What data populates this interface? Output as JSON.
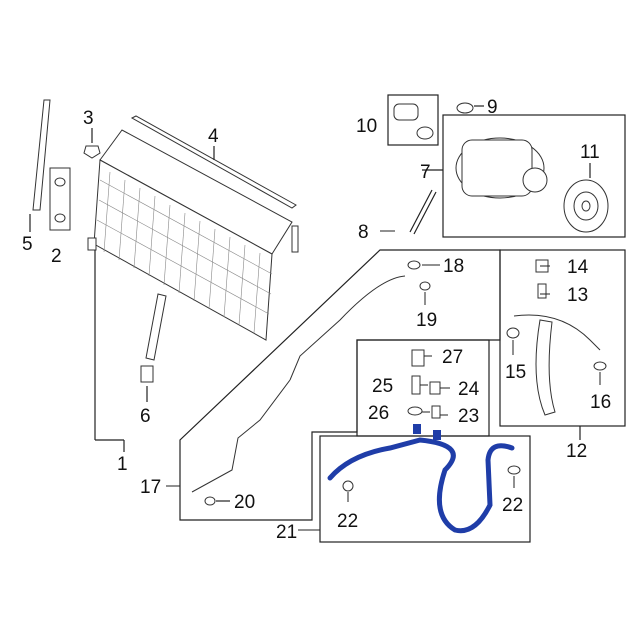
{
  "colors": {
    "line": "#222222",
    "highlight": "#1f3da8",
    "background": "#ffffff"
  },
  "callouts": {
    "c1": "1",
    "c2": "2",
    "c3": "3",
    "c4": "4",
    "c5": "5",
    "c6": "6",
    "c7": "7",
    "c8": "8",
    "c9": "9",
    "c10": "10",
    "c11": "11",
    "c12": "12",
    "c13": "13",
    "c14": "14",
    "c15": "15",
    "c16": "16",
    "c17": "17",
    "c18": "18",
    "c19": "19",
    "c20": "20",
    "c21": "21",
    "c22a": "22",
    "c22b": "22",
    "c23": "23",
    "c24": "24",
    "c25": "25",
    "c26": "26",
    "c27": "27"
  }
}
